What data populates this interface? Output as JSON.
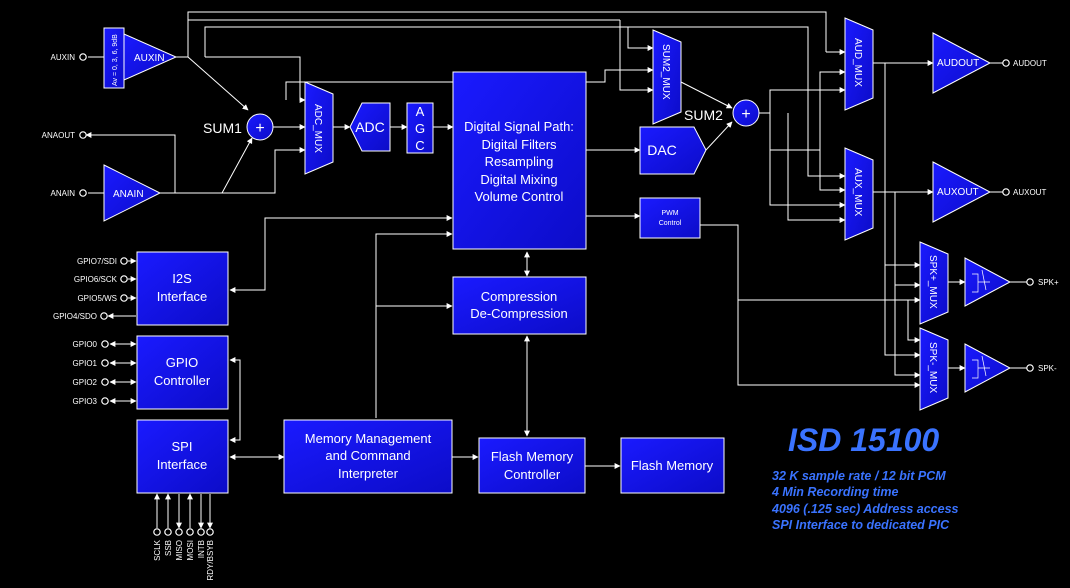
{
  "title": "ISD 15100",
  "specs": [
    "32 K sample rate / 12 bit PCM",
    "4 Min Recording time",
    "4096 (.125 sec) Address access",
    "SPI Interface to dedicated  PIC"
  ],
  "colors": {
    "block": "#1010e8",
    "block_border": "#ffffff",
    "background": "#000000",
    "info_text": "#3a73ff",
    "wire": "#ffffff"
  },
  "blocks": {
    "dsp": [
      "Digital Signal Path:",
      "Digital Filters",
      "Resampling",
      "Digital Mixing",
      "Volume Control"
    ],
    "compression": [
      "Compression",
      "De-Compression"
    ],
    "i2s": [
      "I2S",
      "Interface"
    ],
    "gpio": [
      "GPIO",
      "Controller"
    ],
    "spi": [
      "SPI",
      "Interface"
    ],
    "memory_mgmt": [
      "Memory Management",
      "and Command",
      "Interpreter"
    ],
    "flash_ctrl": [
      "Flash Memory",
      "Controller"
    ],
    "flash_mem": "Flash Memory",
    "adc": "ADC",
    "dac": "DAC",
    "agc": [
      "A",
      "G",
      "C"
    ],
    "pwm": [
      "PWM",
      "Control"
    ]
  },
  "amps": {
    "auxin": "AUXIN",
    "auxin_gain": "Av = 0, 3, 6, 9dB",
    "anain": "ANAIN",
    "audout": "AUDOUT",
    "auxout": "AUXOUT"
  },
  "muxes": {
    "adc_mux": "ADC_MUX",
    "sum2_mux": "SUM2_MUX",
    "aud_mux": "AUD_MUX",
    "aux_mux": "AUX_MUX",
    "spk_plus_mux": "SPK+_MUX",
    "spk_minus_mux": "SPK-_MUX"
  },
  "summers": {
    "sum1": "SUM1",
    "sum2": "SUM2",
    "symbol": "+"
  },
  "pins": {
    "auxin": "AUXIN",
    "anaout": "ANAOUT",
    "anain": "ANAIN",
    "audout": "AUDOUT",
    "auxout": "AUXOUT",
    "spk_plus": "SPK+",
    "spk_minus": "SPK-",
    "i2s": [
      "GPIO7/SDI",
      "GPIO6/SCK",
      "GPIO5/WS",
      "GPIO4/SDO"
    ],
    "gpio": [
      "GPIO0",
      "GPIO1",
      "GPIO2",
      "GPIO3"
    ],
    "spi": [
      "SCLK",
      "SSB",
      "MISO",
      "MOSI",
      "INTB",
      "RDY/BSYB"
    ]
  }
}
